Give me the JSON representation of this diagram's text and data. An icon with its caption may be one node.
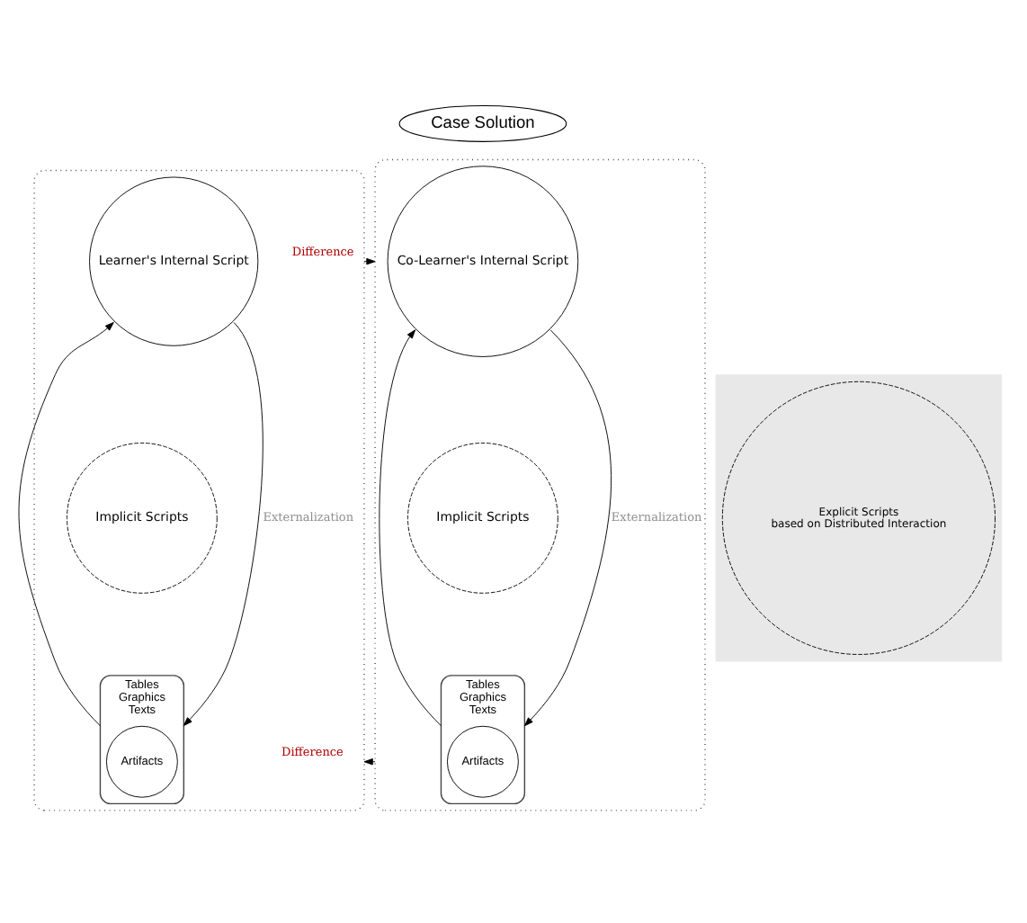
{
  "diagram": {
    "nodes": [
      {
        "text": [
          "Case Solution"
        ]
      },
      {
        "text": [],
        "shape": "box"
      },
      {
        "text": [
          "Learner's Internal Script"
        ],
        "in": 1
      },
      {
        "text": [
          "Implicit Scripts"
        ],
        "in": 1
      },
      {
        "text": [
          "Tables",
          "Graphics",
          "Texts"
        ],
        "in": 1
      },
      {
        "text": [
          "Artifacts"
        ],
        "in": 4
      },
      {
        "text": [],
        "shape": "band"
      },
      {
        "text": [
          "Explicit Scripts",
          "based on Distributed Interaction"
        ],
        "in": 6
      },
      {
        "text": [],
        "shape": "box"
      },
      {
        "text": [
          "Co-Learner's Internal Script"
        ],
        "in": 8
      },
      {
        "text": [
          "Implicit Scripts"
        ],
        "in": 8
      },
      {
        "text": [
          "Tables",
          "Graphics",
          "Texts"
        ],
        "in": 8
      },
      {
        "text": [
          "Artifacts"
        ],
        "in": 11
      }
    ],
    "edges": [
      {
        "from": 4,
        "to": 2,
        "arrow": "to"
      },
      {
        "from": 2,
        "to": 4,
        "arrow": "to",
        "label": "Externalization"
      },
      {
        "from": 1,
        "to": 8,
        "arrow": "to",
        "label": "Difference"
      },
      {
        "from": 8,
        "to": 1,
        "arrow": "to",
        "label": "Difference"
      },
      {
        "from": 11,
        "to": 9,
        "arrow": "to"
      },
      {
        "from": 9,
        "to": 11,
        "arrow": "to",
        "label": "Externalization"
      }
    ]
  }
}
